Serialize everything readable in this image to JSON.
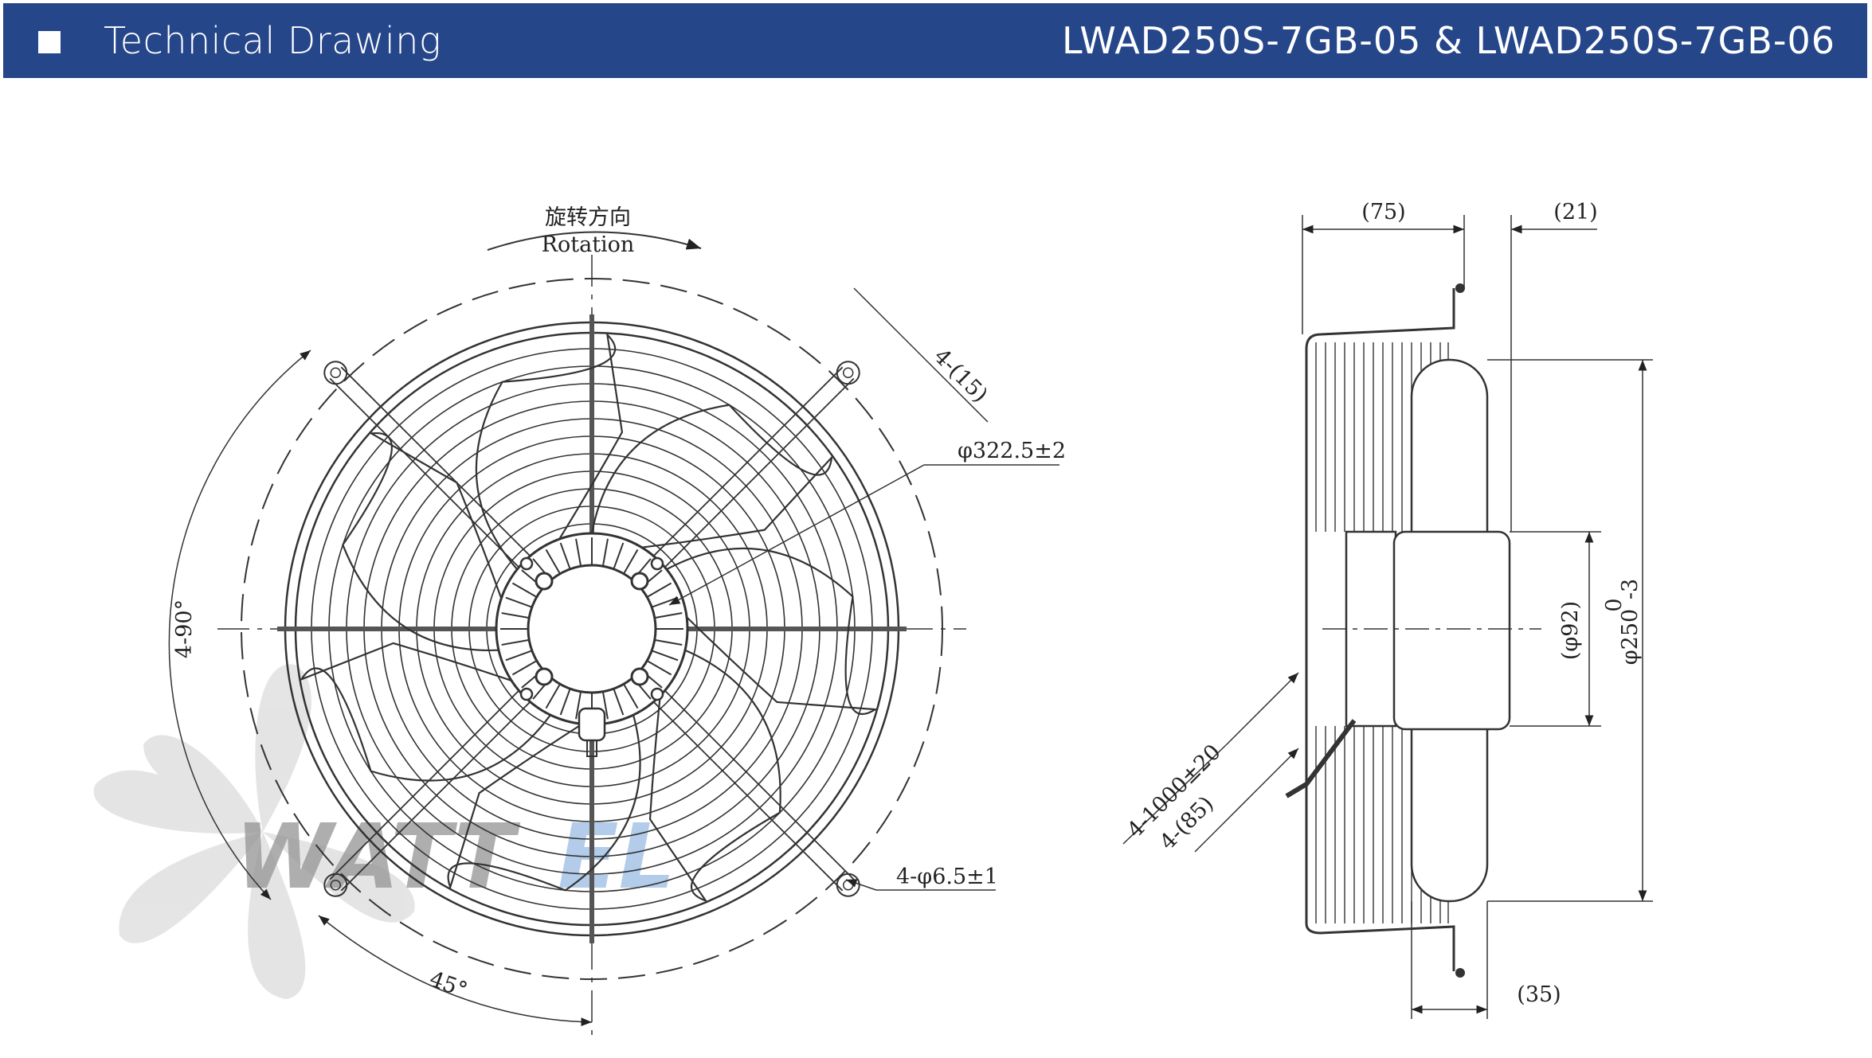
{
  "header": {
    "title": "Technical Drawing",
    "model": "LWAD250S-7GB-05 & LWAD250S-7GB-06",
    "background_color": "#26468a",
    "text_color": "#ffffff",
    "bullet_icon": "white-square-icon"
  },
  "front_view": {
    "rotation_cn": "旋转方向",
    "rotation_en": "Rotation",
    "dim_slot": "4-(15)",
    "dim_outer_diameter": "φ322.5±2",
    "dim_holes": "4-φ6.5±1",
    "dim_angle_spacing": "4-90°",
    "dim_angle_offset": "45°",
    "blade_count": 7
  },
  "side_view": {
    "dim_depth": "(75)",
    "dim_flange": "(21)",
    "dim_motor_diameter": "(φ92)",
    "dim_fan_diameter": "φ250",
    "dim_fan_tol_upper": "0",
    "dim_fan_tol_lower": "-3",
    "dim_cable_length": "4-1000±20",
    "dim_cable_strip": "4-(85)",
    "dim_blade_offset": "(35)"
  },
  "watermark": {
    "text_dark": "WATT",
    "text_blue": "EL",
    "dark_color": "#9a9a9a",
    "blue_color": "#9fc0e6"
  }
}
